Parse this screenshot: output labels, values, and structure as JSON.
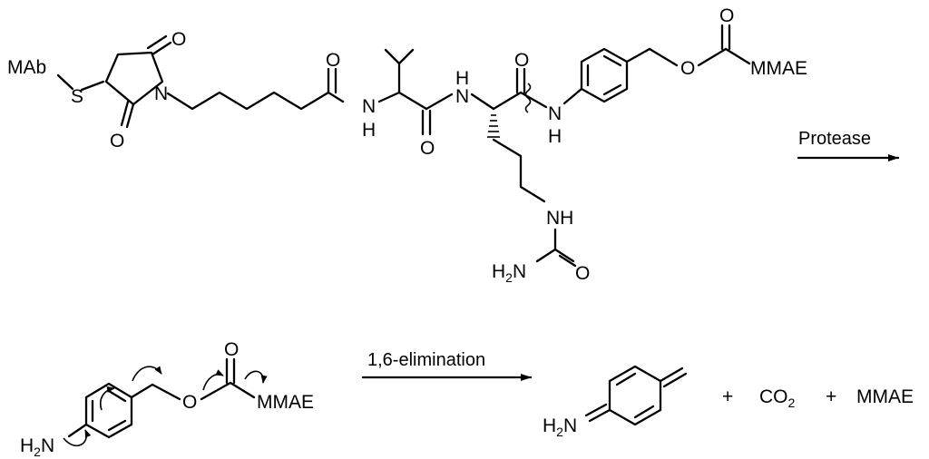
{
  "reactant": {
    "mab": "MAb",
    "s": "S",
    "n_imide": "N",
    "o_imide_top": "O",
    "o_imide_bottom": "O",
    "o_hexanoyl": "O",
    "n_val": "N",
    "h_val": "H",
    "o_val": "O",
    "n_cit": "N",
    "h_cit": "H",
    "o_cit": "O",
    "n_pab": "N",
    "h_pab": "H",
    "o_carbamate_top": "O",
    "o_ether": "O",
    "mmae": "MMAE",
    "nh_urea": "NH",
    "h2n_urea": "H",
    "h2n_urea_sub": "2",
    "h2n_urea_n": "N",
    "o_urea": "O"
  },
  "step1": {
    "reagent": "Protease"
  },
  "intermediate": {
    "h2n": "H",
    "h2n_sub": "2",
    "h2n_n": "N",
    "o_ether": "O",
    "o_carbonyl": "O",
    "mmae": "MMAE"
  },
  "step2": {
    "reagent": "1,6-elimination"
  },
  "products": {
    "h2n": "H",
    "h2n_sub": "2",
    "h2n_n": "N",
    "plus1": "+",
    "co": "CO",
    "co_sub": "2",
    "plus2": "+",
    "mmae": "MMAE"
  }
}
